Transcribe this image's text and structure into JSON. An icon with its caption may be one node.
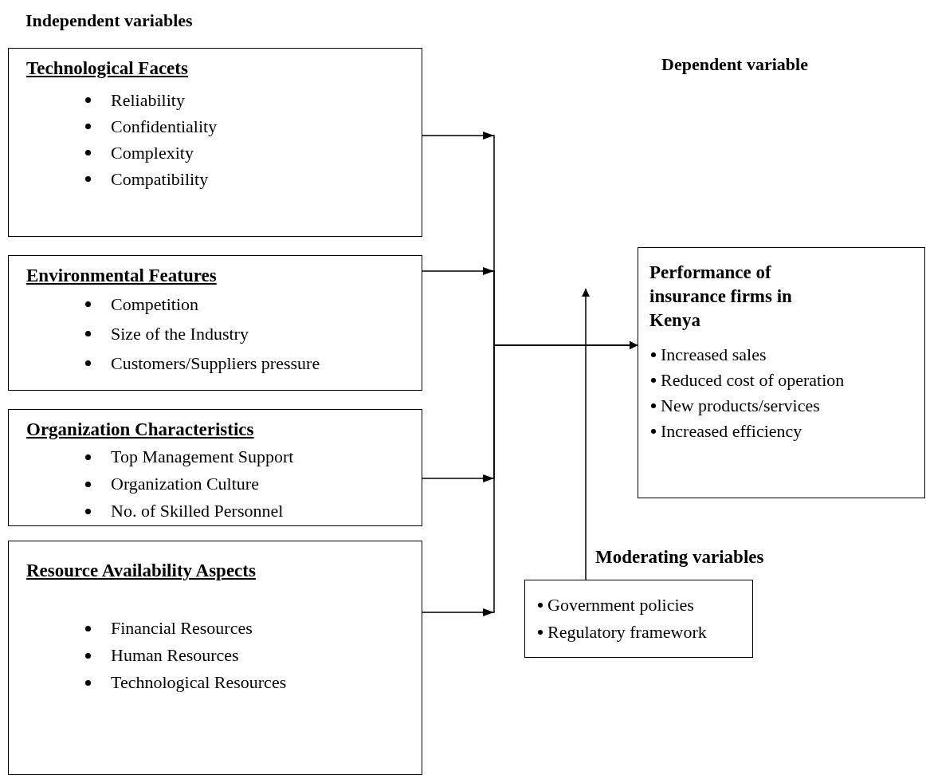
{
  "diagram": {
    "nodes": [
      {
        "text": [
          "Technological Facets",
          "Reliability",
          "Confidentiality",
          "Complexity",
          "Compatibility"
        ]
      },
      {
        "text": [
          "Environmental Features",
          "Competition",
          "Size of the Industry",
          "Customers/Suppliers pressure"
        ]
      },
      {
        "text": [
          "Organization Characteristics",
          "Top Management Support",
          "Organization Culture",
          "No. of Skilled Personnel"
        ]
      },
      {
        "text": [
          "Resource Availability Aspects",
          "Financial Resources",
          "Human Resources",
          "Technological Resources"
        ]
      },
      {
        "text": [
          "Performance of insurance firms in Kenya",
          "Increased sales",
          "Reduced cost of operation",
          "New products/services",
          "Increased efficiency"
        ]
      },
      {
        "text": [
          "Moderating variables",
          "Government policies",
          "Regulatory framework"
        ]
      }
    ],
    "edges": [
      {
        "from": 0,
        "to": 4,
        "arrow": "to"
      },
      {
        "from": 1,
        "to": 4,
        "arrow": "to"
      },
      {
        "from": 2,
        "to": 4,
        "arrow": "to"
      },
      {
        "from": 3,
        "to": 4,
        "arrow": "to"
      },
      {
        "from": 5,
        "to": null,
        "arrow": "to"
      }
    ],
    "labels": [
      "Independent variables",
      "Dependent variable"
    ]
  }
}
